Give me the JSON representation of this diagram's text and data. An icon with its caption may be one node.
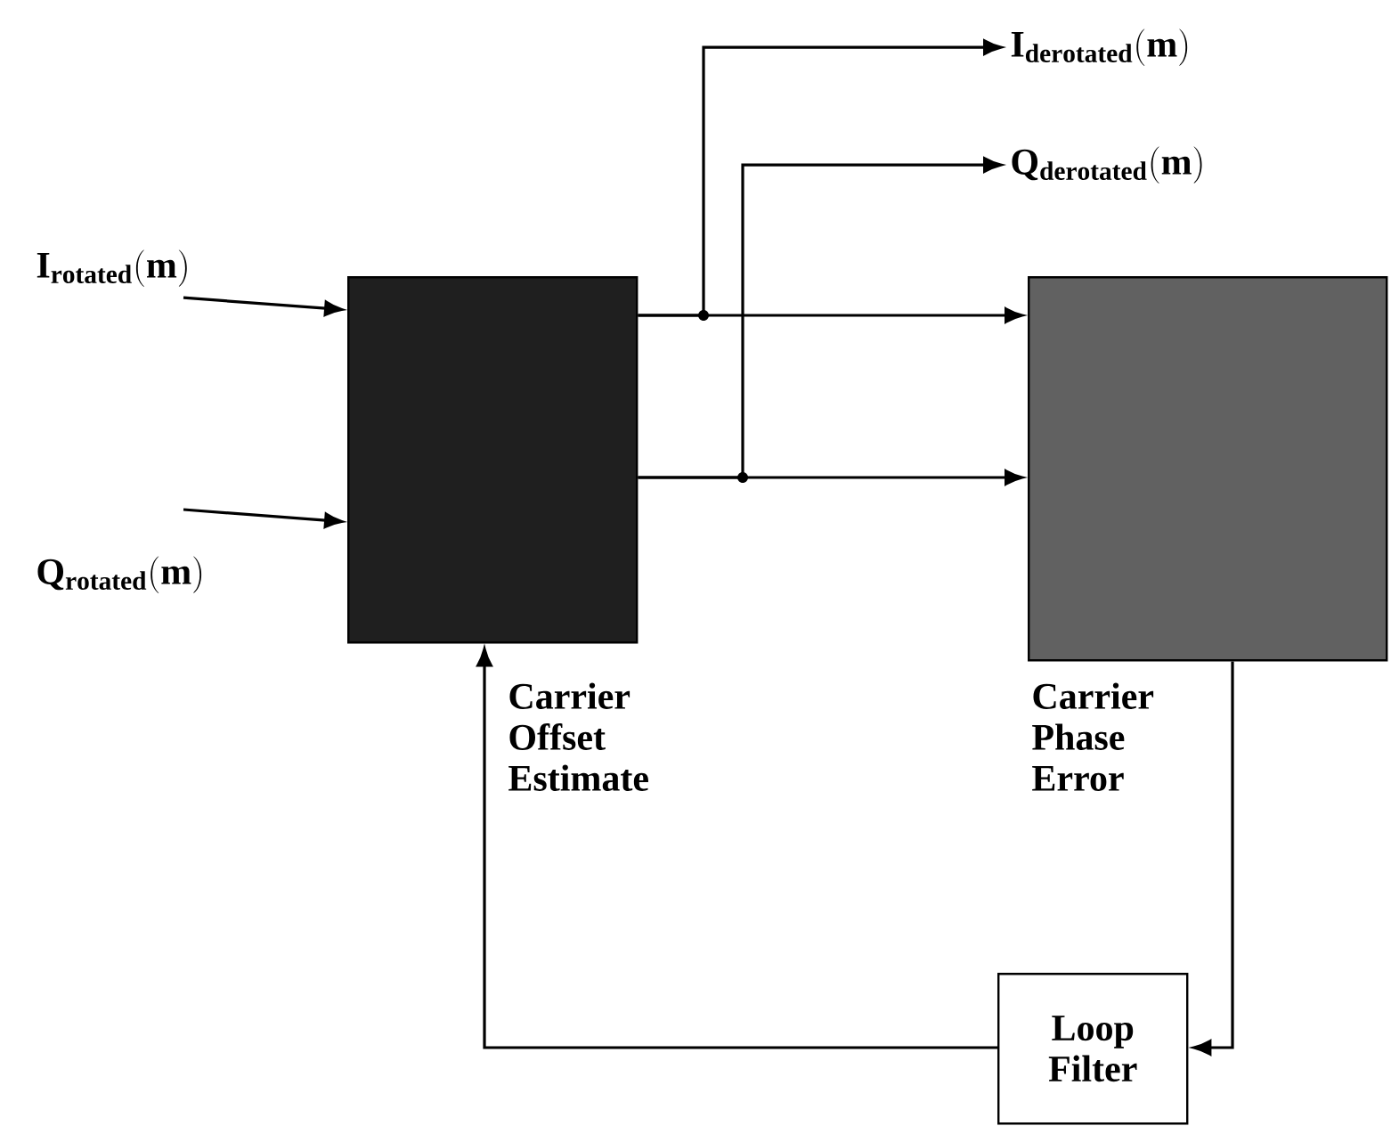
{
  "diagram": {
    "nodes": [
      {
        "text": [
          "\\mathbf{I_{rotated}(m)}"
        ]
      },
      {
        "text": [
          "\\mathbf{Q_{rotated}(m)}"
        ]
      },
      {
        "text": [],
        "shape": "box"
      },
      {
        "text": [],
        "shape": "box"
      },
      {
        "text": [
          "\\mathbf{I_{derotated}(m)}"
        ]
      },
      {
        "text": [
          "\\mathbf{Q_{derotated}(m)}"
        ]
      },
      {
        "text": [
          "Loop Filter"
        ]
      }
    ],
    "edges": [
      {
        "from": 0,
        "to": 2,
        "arrow": "to"
      },
      {
        "from": 1,
        "to": 2,
        "arrow": "to"
      },
      {
        "from": 2,
        "to": 3,
        "arrow": "to"
      },
      {
        "from": 2,
        "to": 3,
        "arrow": "to"
      },
      {
        "from": 2,
        "to": 4,
        "arrow": "to"
      },
      {
        "from": 2,
        "to": 5,
        "arrow": "to"
      },
      {
        "from": 3,
        "to": 6,
        "arrow": "to",
        "label": "Carrier Phase Error"
      },
      {
        "from": 6,
        "to": 2,
        "arrow": "to",
        "label": "Carrier Offset Estimate"
      }
    ]
  }
}
